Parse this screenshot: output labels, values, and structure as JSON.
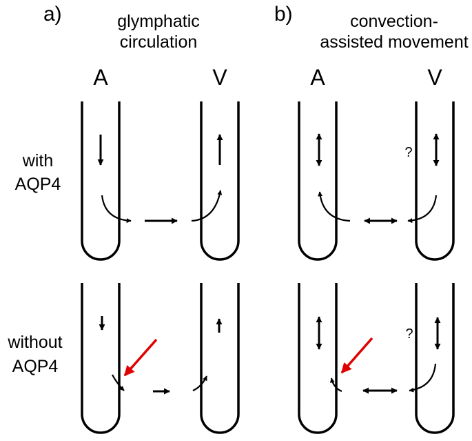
{
  "panels": {
    "a": {
      "letter": "a)",
      "title_line1": "glymphatic",
      "title_line2": "circulation"
    },
    "b": {
      "letter": "b)",
      "title_line1": "convection-",
      "title_line2": "assisted movement"
    }
  },
  "vessel_labels": {
    "artery": "A",
    "vein": "V"
  },
  "rows": {
    "with": {
      "line1": "with",
      "line2": "AQP4"
    },
    "without": {
      "line1": "without",
      "line2": "AQP4"
    }
  },
  "question_mark": "?",
  "colors": {
    "ink": "#000000",
    "highlight_arrow": "#e00000"
  }
}
